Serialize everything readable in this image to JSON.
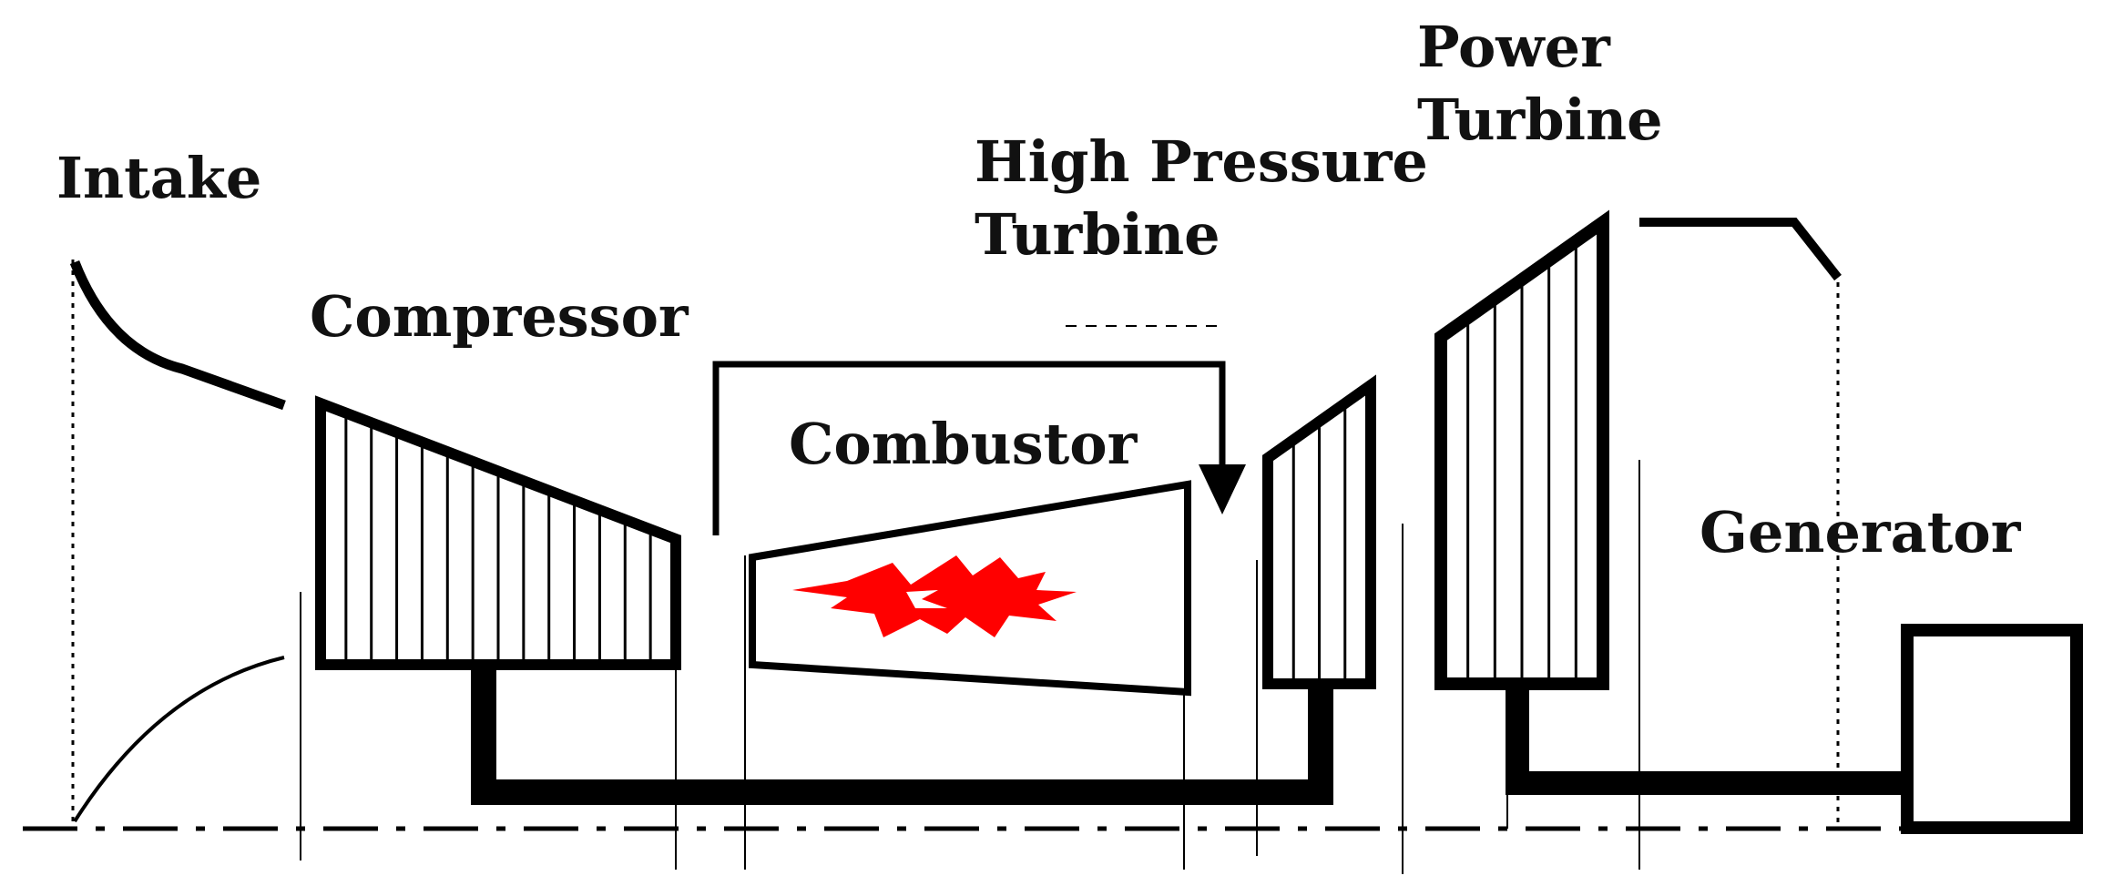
{
  "labels": {
    "intake": "Intake",
    "compressor": "Compressor",
    "combustor": "Combustor",
    "high_pressure_turbine": [
      "High Pressure",
      "Turbine"
    ],
    "power_turbine": [
      "Power",
      "Turbine"
    ],
    "generator": "Generator"
  },
  "colors": {
    "line": "#000000",
    "flame": "#ff0000",
    "text": "#111111",
    "background": "#ffffff"
  }
}
